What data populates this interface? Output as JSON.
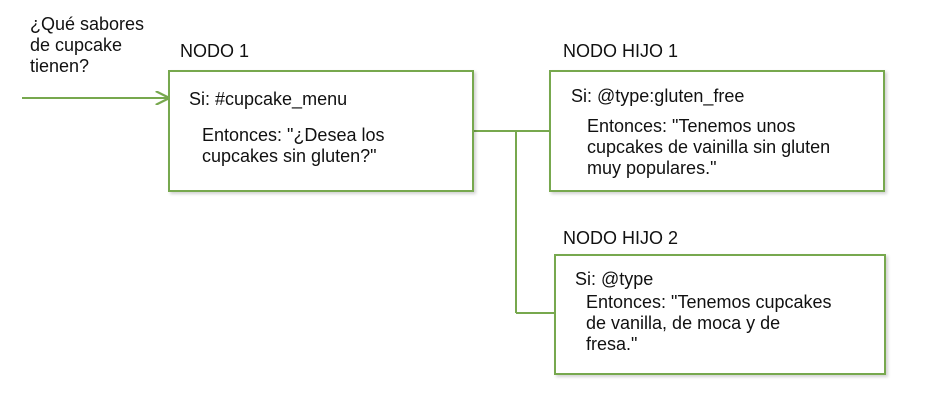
{
  "question": "¿Qué sabores\nde cupcake\ntienen?",
  "colors": {
    "line": "#77a84e",
    "text": "#111111"
  },
  "node1": {
    "title": "NODO 1",
    "condition": "Si: #cupcake_menu",
    "response": "Entonces: \"¿Desea los\ncupcakes sin gluten?\""
  },
  "child1": {
    "title": "NODO HIJO 1",
    "condition": "Si: @type:gluten_free",
    "response": "Entonces: \"Tenemos unos\ncupcakes de vainilla sin gluten\nmuy populares.\""
  },
  "child2": {
    "title": "NODO HIJO 2",
    "condition": "Si: @type",
    "response": "Entonces: \"Tenemos cupcakes\nde vanilla, de moca y de\nfresa.\""
  }
}
